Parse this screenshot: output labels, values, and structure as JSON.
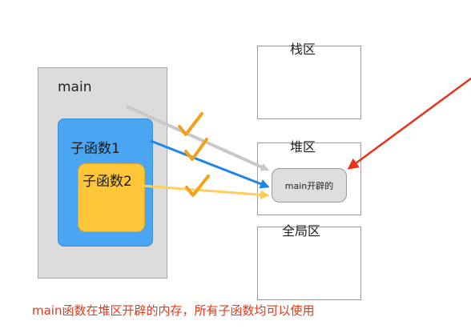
{
  "diagram": {
    "main_label": "main",
    "sub1_label": "子函数1",
    "sub2_label": "子函数2",
    "stack_label": "栈区",
    "heap_label": "堆区",
    "global_label": "全局区",
    "heap_block_label": "main开辟的",
    "caption": "main函数在堆区开辟的内存，所有子函数均可以使用"
  },
  "colors": {
    "main_fill": "#dcdcdc",
    "sub1_fill": "#4aa6f2",
    "sub2_fill": "#ffc63a",
    "check_mark": "#f2a21a",
    "main_arrow": "#c8c8c8",
    "sub1_arrow": "#1f86e8",
    "sub2_arrow": "#ffcf5a",
    "red_arrow": "#e8321c",
    "caption_text": "#e0391b"
  },
  "icons": {
    "check": "check-mark-icon"
  }
}
